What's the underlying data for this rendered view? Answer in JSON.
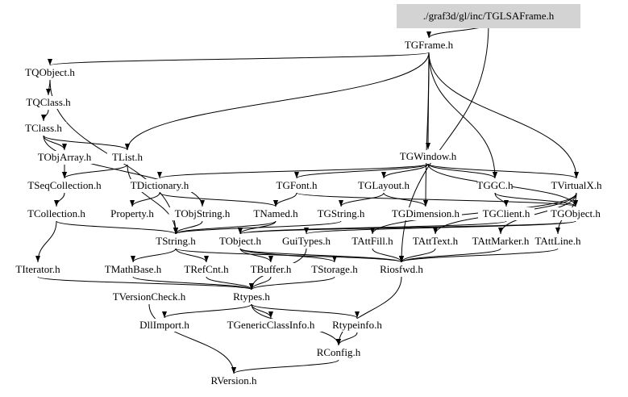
{
  "title": "./graf3d/gl/inc/TGLSAFrame.h",
  "colors": {
    "root_fill": "#d3d3d3",
    "edge": "#000000"
  },
  "nodes": {
    "root": "./graf3d/gl/inc/TGLSAFrame.h",
    "TGFrame": "TGFrame.h",
    "TQObject": "TQObject.h",
    "TQClass": "TQClass.h",
    "TClass": "TClass.h",
    "TObjArray": "TObjArray.h",
    "TList": "TList.h",
    "TGWindow": "TGWindow.h",
    "TSeqCollection": "TSeqCollection.h",
    "TDictionary": "TDictionary.h",
    "TGFont": "TGFont.h",
    "TGLayout": "TGLayout.h",
    "TGGC": "TGGC.h",
    "TVirtualX": "TVirtualX.h",
    "TCollection": "TCollection.h",
    "Property": "Property.h",
    "TObjString": "TObjString.h",
    "TNamed": "TNamed.h",
    "TGString": "TGString.h",
    "TGDimension": "TGDimension.h",
    "TGClient": "TGClient.h",
    "TGObject": "TGObject.h",
    "TString": "TString.h",
    "TObject": "TObject.h",
    "GuiTypes": "GuiTypes.h",
    "TAttFill": "TAttFill.h",
    "TAttText": "TAttText.h",
    "TAttMarker": "TAttMarker.h",
    "TAttLine": "TAttLine.h",
    "TIterator": "TIterator.h",
    "TMathBase": "TMathBase.h",
    "TRefCnt": "TRefCnt.h",
    "TBuffer": "TBuffer.h",
    "TStorage": "TStorage.h",
    "Riosfwd": "Riosfwd.h",
    "TVersionCheck": "TVersionCheck.h",
    "Rtypes": "Rtypes.h",
    "DllImport": "DllImport.h",
    "TGenericClassInfo": "TGenericClassInfo.h",
    "Rtypeinfo": "Rtypeinfo.h",
    "RConfig": "RConfig.h",
    "RVersion": "RVersion.h"
  },
  "edges": [
    [
      "root",
      "TGFrame"
    ],
    [
      "root",
      "Riosfwd"
    ],
    [
      "TGFrame",
      "TQObject"
    ],
    [
      "TGFrame",
      "TGWindow"
    ],
    [
      "TGFrame",
      "TGGC"
    ],
    [
      "TGFrame",
      "TVirtualX"
    ],
    [
      "TGFrame",
      "TGDimension"
    ],
    [
      "TGFrame",
      "TList"
    ],
    [
      "TQObject",
      "TQClass"
    ],
    [
      "TQObject",
      "TString"
    ],
    [
      "TQClass",
      "TClass"
    ],
    [
      "TClass",
      "TObjArray"
    ],
    [
      "TClass",
      "TList"
    ],
    [
      "TClass",
      "TObjString"
    ],
    [
      "TObjArray",
      "TSeqCollection"
    ],
    [
      "TList",
      "TSeqCollection"
    ],
    [
      "TList",
      "TString"
    ],
    [
      "TSeqCollection",
      "TCollection"
    ],
    [
      "TDictionary",
      "TNamed"
    ],
    [
      "TDictionary",
      "Property"
    ],
    [
      "TCollection",
      "TIterator"
    ],
    [
      "TCollection",
      "TString"
    ],
    [
      "TGWindow",
      "TGFont"
    ],
    [
      "TGWindow",
      "TGLayout"
    ],
    [
      "TGWindow",
      "TGGC"
    ],
    [
      "TGWindow",
      "TVirtualX"
    ],
    [
      "TGWindow",
      "TGObject"
    ],
    [
      "TGWindow",
      "TDictionary"
    ],
    [
      "TGFont",
      "TGObject"
    ],
    [
      "TGFont",
      "TNamed"
    ],
    [
      "TGLayout",
      "TGDimension"
    ],
    [
      "TGLayout",
      "TGString"
    ],
    [
      "TGGC",
      "TGObject"
    ],
    [
      "TGGC",
      "TGClient"
    ],
    [
      "TGObject",
      "TObject"
    ],
    [
      "TGObject",
      "GuiTypes"
    ],
    [
      "TGClient",
      "TObject"
    ],
    [
      "TGString",
      "TString"
    ],
    [
      "TNamed",
      "TString"
    ],
    [
      "TNamed",
      "TObject"
    ],
    [
      "TObjString",
      "TString"
    ],
    [
      "TVirtualX",
      "TAttFill"
    ],
    [
      "TVirtualX",
      "TAttText"
    ],
    [
      "TVirtualX",
      "TAttMarker"
    ],
    [
      "TVirtualX",
      "TAttLine"
    ],
    [
      "TString",
      "TMathBase"
    ],
    [
      "TString",
      "TRefCnt"
    ],
    [
      "TString",
      "Riosfwd"
    ],
    [
      "TObject",
      "TBuffer"
    ],
    [
      "TObject",
      "TStorage"
    ],
    [
      "TObject",
      "Riosfwd"
    ],
    [
      "GuiTypes",
      "Rtypes"
    ],
    [
      "TAttFill",
      "Riosfwd"
    ],
    [
      "TAttText",
      "Riosfwd"
    ],
    [
      "TAttMarker",
      "Riosfwd"
    ],
    [
      "TAttLine",
      "Riosfwd"
    ],
    [
      "TIterator",
      "Rtypes"
    ],
    [
      "TMathBase",
      "Rtypes"
    ],
    [
      "TRefCnt",
      "Rtypes"
    ],
    [
      "TBuffer",
      "Rtypes"
    ],
    [
      "TStorage",
      "Rtypes"
    ],
    [
      "Riosfwd",
      "RConfig"
    ],
    [
      "TVersionCheck",
      "RVersion"
    ],
    [
      "Rtypes",
      "DllImport"
    ],
    [
      "Rtypes",
      "TGenericClassInfo"
    ],
    [
      "Rtypes",
      "Rtypeinfo"
    ],
    [
      "Rtypes",
      "RConfig"
    ],
    [
      "Rtypeinfo",
      "RConfig"
    ],
    [
      "RConfig",
      "RVersion"
    ]
  ]
}
